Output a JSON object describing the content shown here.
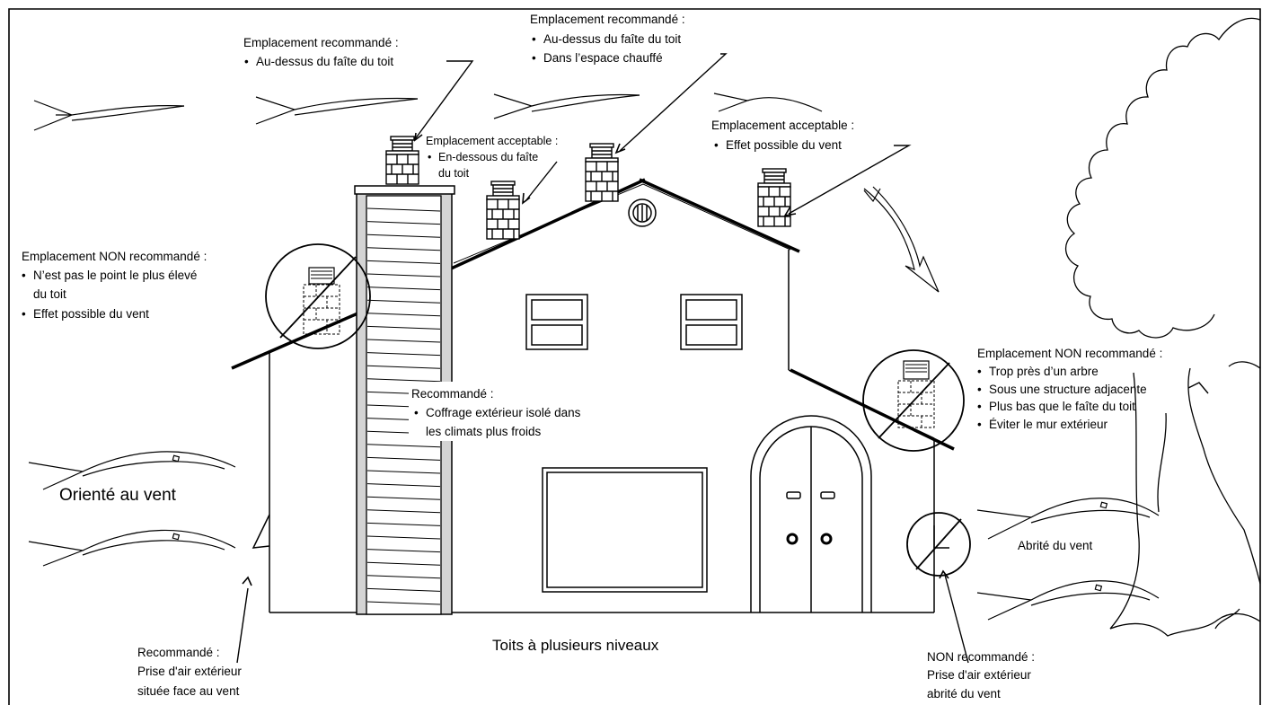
{
  "labels": {
    "rec_top_left": {
      "heading": "Emplacement recommandé :",
      "bullets": [
        "Au-dessus du faîte du toit"
      ]
    },
    "rec_top_center": {
      "heading": "Emplacement recommandé :",
      "bullets": [
        "Au-dessus du faîte du toit",
        "Dans l’espace chauffé"
      ]
    },
    "acc_below_ridge": {
      "heading": "Emplacement acceptable :",
      "bullets": [
        "En-dessous du faîte",
        "du toit"
      ]
    },
    "acc_wind": {
      "heading": "Emplacement acceptable :",
      "bullets": [
        "Effet possible du vent"
      ]
    },
    "non_rec_left": {
      "heading": "Emplacement NON recommandé :",
      "bullets": [
        "N’est pas le point le plus élevé",
        "du toit",
        "Effet possible du vent"
      ]
    },
    "non_rec_right": {
      "heading": "Emplacement NON recommandé :",
      "bullets": [
        "Trop près d’un arbre",
        "Sous une structure adjacente",
        "Plus bas que le faîte du toit",
        "Éviter le mur extérieur"
      ]
    },
    "chase": {
      "heading": "Recommandé :",
      "bullets": [
        "Coffrage extérieur isolé dans",
        "les climats plus froids"
      ]
    },
    "intake_windward": {
      "lines": [
        "Recommandé :",
        "Prise d'air extérieur",
        "située face au vent"
      ]
    },
    "intake_sheltered": {
      "lines": [
        "NON recommandé :",
        "Prise d'air extérieur",
        "abrité du vent"
      ]
    },
    "windward": "Orienté au vent",
    "sheltered": "Abrité du vent",
    "multilevel": "Toits à plusieurs niveaux"
  },
  "bullet_glyph": "•"
}
